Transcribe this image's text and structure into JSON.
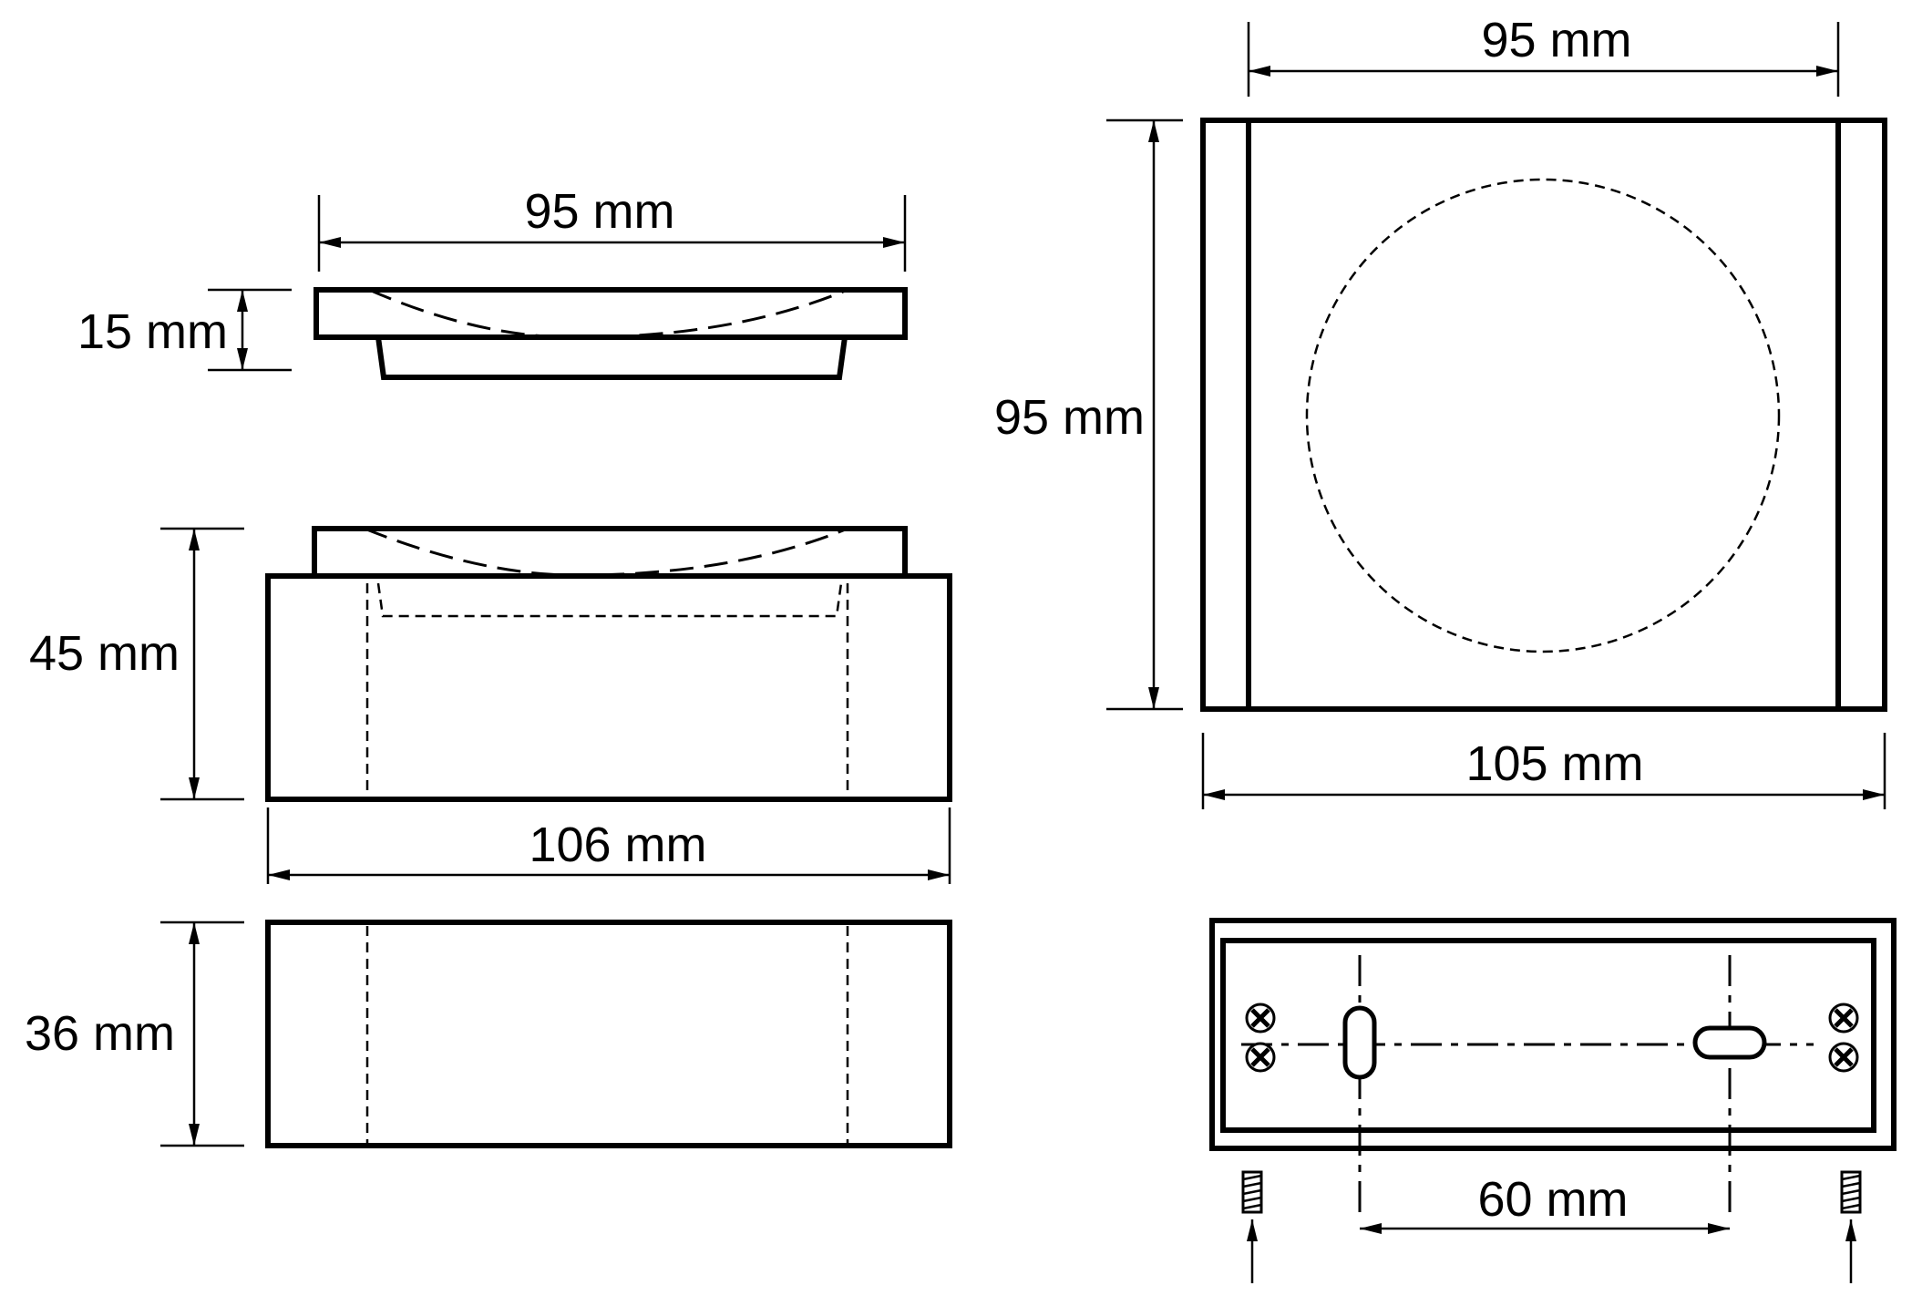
{
  "dimensions": {
    "lid_width": "95 mm",
    "lid_height": "15 mm",
    "assembly_height": "45 mm",
    "assembly_width": "106 mm",
    "base_height": "36 mm",
    "top_view_width": "95 mm",
    "top_view_height": "95 mm",
    "top_view_outer_width": "105 mm",
    "slot_spacing": "60 mm"
  },
  "icons": {
    "screw": "screw-icon",
    "screw_head": "cross-screw-head-icon",
    "arrow": "arrow-up-icon",
    "slot": "keyhole-slot-icon"
  },
  "colors": {
    "line": "#000000",
    "background": "#ffffff"
  }
}
